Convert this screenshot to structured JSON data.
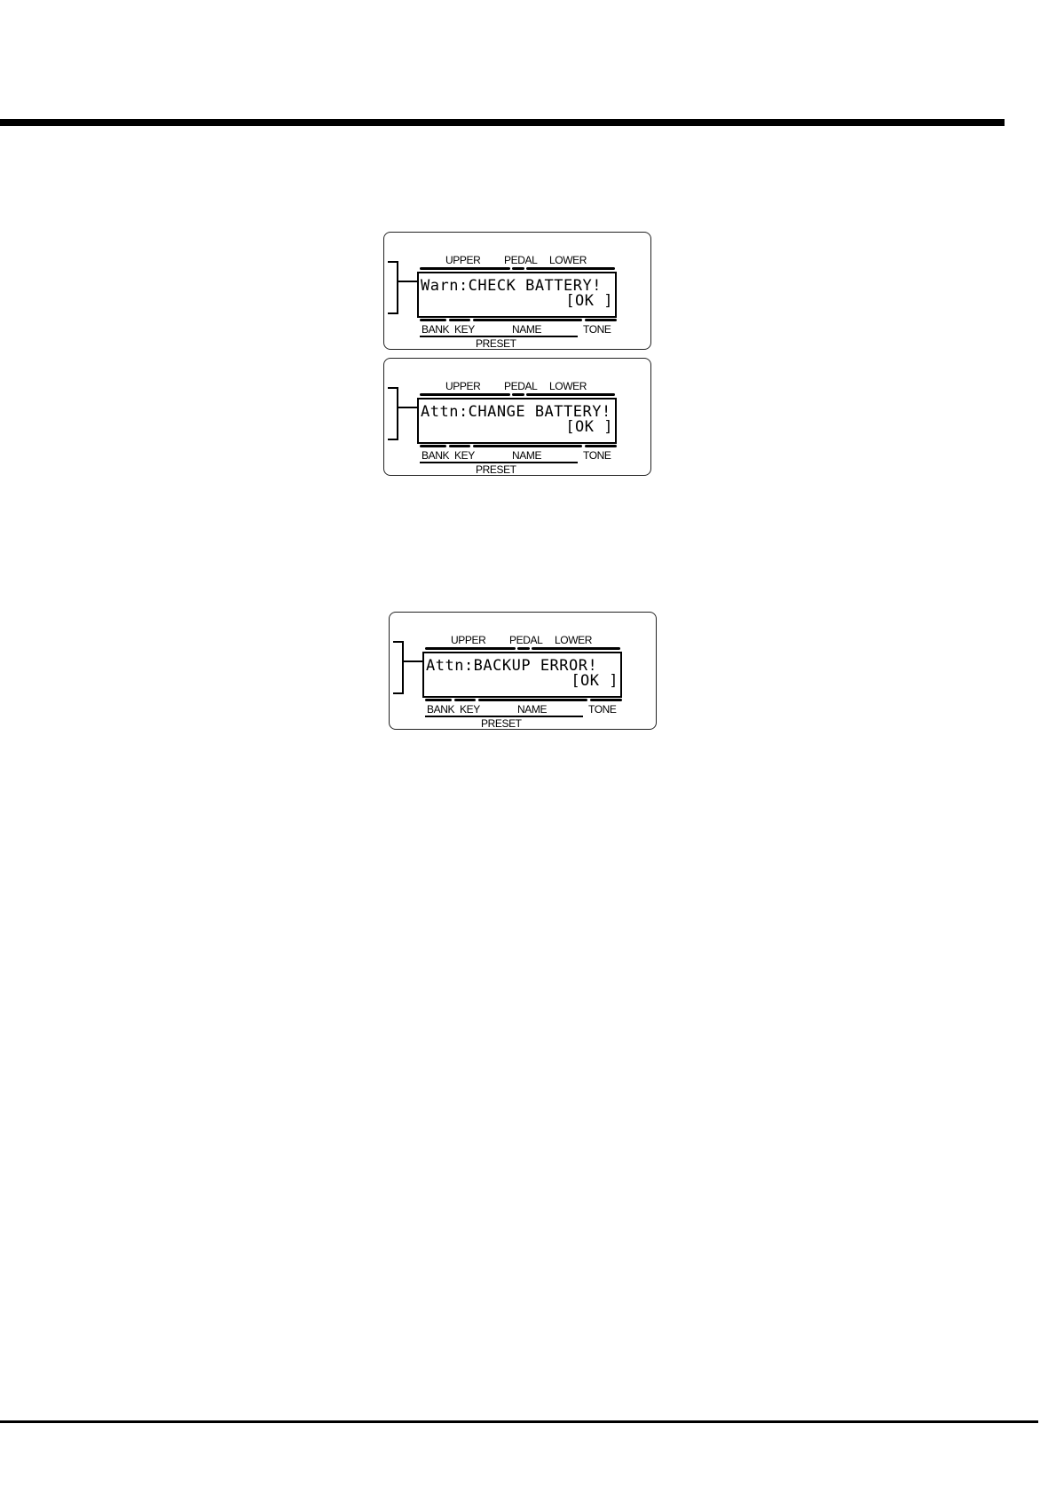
{
  "panels": [
    {
      "labels": {
        "upper": "UPPER",
        "pedal": "PEDAL",
        "lower": "LOWER",
        "bank": "BANK",
        "key": "KEY",
        "name": "NAME",
        "tone": "TONE",
        "preset": "PRESET"
      },
      "lcd": {
        "line1": "Warn:CHECK BATTERY!",
        "line2": "[OK ]"
      }
    },
    {
      "labels": {
        "upper": "UPPER",
        "pedal": "PEDAL",
        "lower": "LOWER",
        "bank": "BANK",
        "key": "KEY",
        "name": "NAME",
        "tone": "TONE",
        "preset": "PRESET"
      },
      "lcd": {
        "line1": "Attn:CHANGE BATTERY!",
        "line2": "[OK ]"
      }
    },
    {
      "labels": {
        "upper": "UPPER",
        "pedal": "PEDAL",
        "lower": "LOWER",
        "bank": "BANK",
        "key": "KEY",
        "name": "NAME",
        "tone": "TONE",
        "preset": "PRESET"
      },
      "lcd": {
        "line1": "Attn:BACKUP ERROR!",
        "line2": "[OK ]"
      }
    }
  ]
}
